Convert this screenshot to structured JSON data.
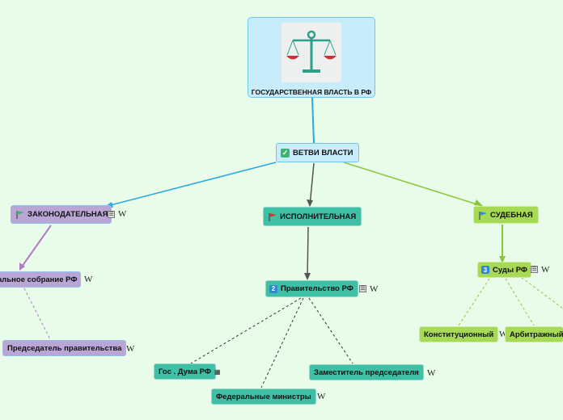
{
  "root": {
    "label": "ГОСУДАРСТВЕННАЯ ВЛАСТЬ В РФ",
    "image_icon": "scales-of-justice-icon"
  },
  "branches": {
    "label": "ВЕТВИ ВЛАСТИ",
    "icon": "check-icon"
  },
  "legislative": {
    "label": "ЗАКОНОДАТЕЛЬНАЯ",
    "flag_color": "#3cb371",
    "children": [
      "альное собрание РФ",
      "Председатель правительства"
    ]
  },
  "executive": {
    "label": "ИСПОЛНИТЕЛЬНАЯ",
    "flag_color": "#e03030",
    "government": {
      "label": "Правительство РФ",
      "number": "2"
    },
    "children": [
      "Гос . Дума РФ",
      "Федеральные министры",
      "Заместитель председателя"
    ]
  },
  "judicial": {
    "label": "СУДЕБНАЯ",
    "flag_color": "#2f86d6",
    "courts": {
      "label": "Суды РФ",
      "number": "3"
    },
    "children": [
      "Конституционный",
      "Арбитражный"
    ]
  },
  "markers": {
    "wiki": "W",
    "note": "☰",
    "map": "▦"
  },
  "colors": {
    "background": "#e9fbe9",
    "blue_line": "#29a9e0",
    "purple_line": "#b07cc6",
    "dark_line": "#555555",
    "green_line": "#8cc63f"
  }
}
